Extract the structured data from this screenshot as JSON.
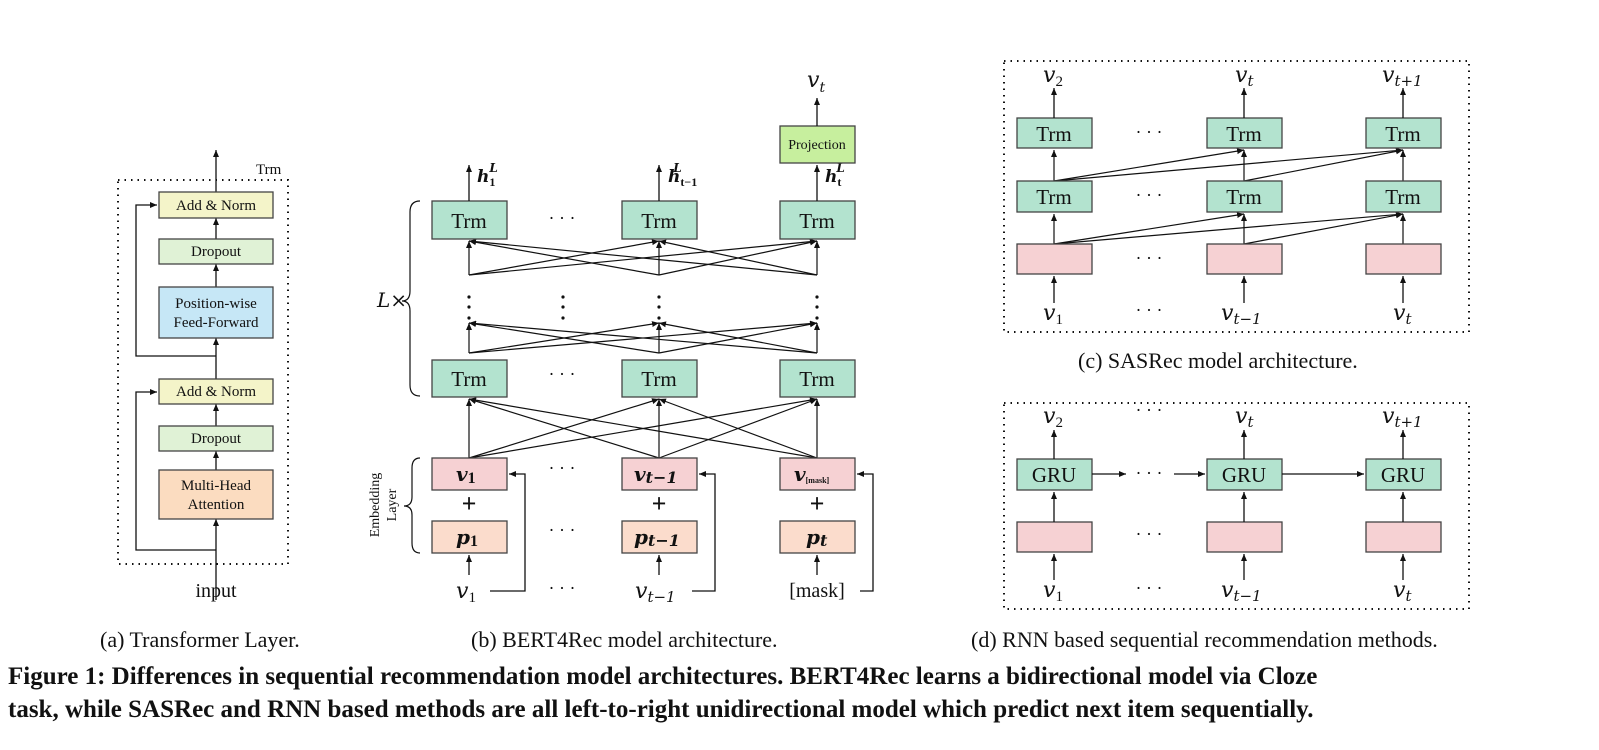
{
  "colors": {
    "trm": "#b3e3cf",
    "add_norm": "#f4f4c9",
    "dropout": "#e0f2d6",
    "feed_forward": "#c6e7f6",
    "attention": "#fbdcc0",
    "item_embedding": "#f6d1d3",
    "pos_embedding": "#fbdccc",
    "projection": "#c7ef9e",
    "gru": "#b3e3cf",
    "stroke": "#333333"
  },
  "panel_a": {
    "frame_label": "Trm",
    "blocks": [
      "Add & Norm",
      "Dropout",
      "Position-wise Feed-Forward",
      "Add & Norm",
      "Dropout",
      "Multi-Head Attention"
    ],
    "ffn_line1": "Position-wise",
    "ffn_line2": "Feed-Forward",
    "mha_line1": "Multi-Head",
    "mha_line2": "Attention",
    "add_norm": "Add & Norm",
    "dropout": "Dropout",
    "input_label": "input",
    "caption": "(a) Transformer Layer."
  },
  "panel_b": {
    "trm_label": "Trm",
    "ellipsis": "· · ·",
    "vdots": "⋮",
    "layers_label": "L×",
    "embedding_label_line1": "Embedding",
    "embedding_label_line2": "Layer",
    "projection_label": "Projection",
    "output_label": "v",
    "output_sub": "t",
    "hidden_labels": [
      {
        "base": "h",
        "sup": "L",
        "sub": "1"
      },
      {
        "base": "h",
        "sup": "L",
        "sub": "t−1"
      },
      {
        "base": "h",
        "sup": "L",
        "sub": "t"
      }
    ],
    "item_embeddings": [
      {
        "base": "v",
        "sub": "1"
      },
      {
        "base": "v",
        "sub": "t−1"
      },
      {
        "base": "v",
        "sub": "[mask]"
      }
    ],
    "plus": "+",
    "position_embeddings": [
      {
        "base": "p",
        "sub": "1"
      },
      {
        "base": "p",
        "sub": "t−1"
      },
      {
        "base": "p",
        "sub": "t"
      }
    ],
    "inputs": [
      {
        "base": "v",
        "sub": "1"
      },
      {
        "base": "v",
        "sub": "t−1"
      },
      {
        "text": "[mask]"
      }
    ],
    "caption": "(b) BERT4Rec model architecture."
  },
  "panel_c": {
    "trm_label": "Trm",
    "ellipsis": "· · ·",
    "outputs": [
      {
        "base": "v",
        "sub": "2"
      },
      {
        "base": "v",
        "sub": "t"
      },
      {
        "base": "v",
        "sub": "t+1"
      }
    ],
    "inputs": [
      {
        "base": "v",
        "sub": "1"
      },
      {
        "base": "v",
        "sub": "t−1"
      },
      {
        "base": "v",
        "sub": "t"
      }
    ],
    "caption": "(c) SASRec model architecture."
  },
  "panel_d": {
    "gru_label": "GRU",
    "ellipsis": "· · ·",
    "outputs": [
      {
        "base": "v",
        "sub": "2"
      },
      {
        "base": "v",
        "sub": "t"
      },
      {
        "base": "v",
        "sub": "t+1"
      }
    ],
    "inputs": [
      {
        "base": "v",
        "sub": "1"
      },
      {
        "base": "v",
        "sub": "t−1"
      },
      {
        "base": "v",
        "sub": "t"
      }
    ],
    "caption": "(d) RNN based sequential recommendation methods."
  },
  "figure_caption": {
    "line1": "Figure 1: Differences in sequential recommendation model architectures. BERT4Rec learns a bidirectional model via Cloze",
    "line2": "task, while SASRec and RNN based methods are all left-to-right unidirectional model which predict next item sequentially."
  }
}
